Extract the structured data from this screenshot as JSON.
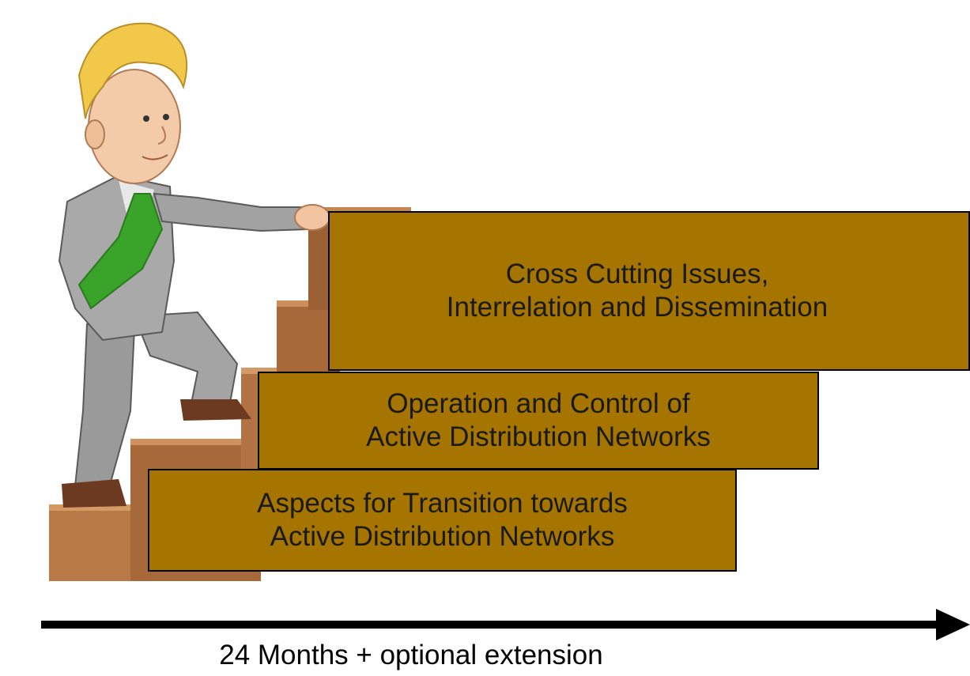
{
  "colors": {
    "box_fill": "#a57500",
    "box_border": "#000000",
    "arrow": "#000000"
  },
  "illustration": {
    "name": "businessman-climbing-stairs-illustration"
  },
  "steps": [
    {
      "line1": "Aspects for Transition towards",
      "line2": "Active Distribution Networks"
    },
    {
      "line1": "Operation and Control of",
      "line2": "Active Distribution Networks"
    },
    {
      "line1": "Cross Cutting Issues,",
      "line2": "Interrelation and Dissemination"
    }
  ],
  "timeline": {
    "label": "24 Months + optional extension"
  }
}
